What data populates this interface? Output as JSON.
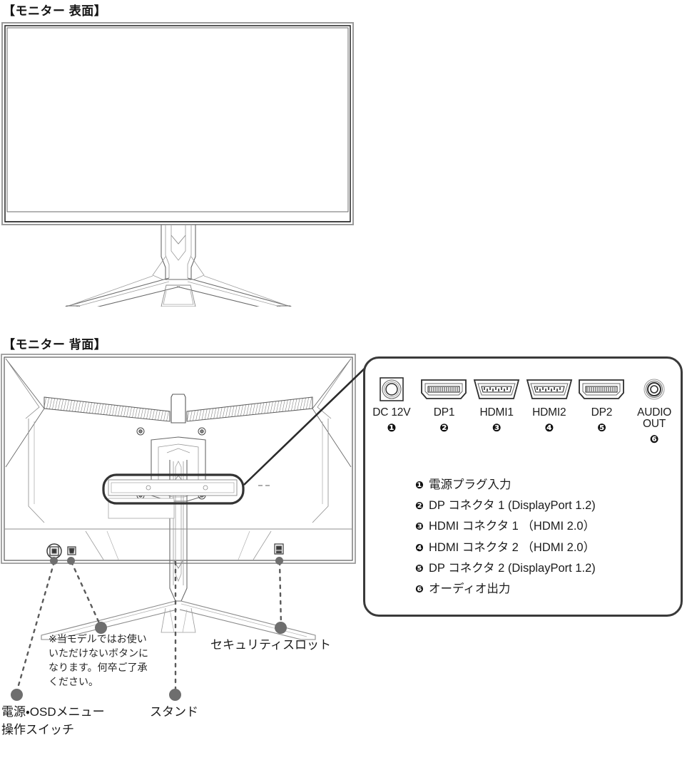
{
  "headings": {
    "front": "【モニター 表面】",
    "back": "【モニター 背面】"
  },
  "ports": [
    {
      "label": "DC 12V",
      "number": "❶",
      "icon": "dc-power-jack-icon"
    },
    {
      "label": "DP1",
      "number": "❷",
      "icon": "displayport-connector-icon"
    },
    {
      "label": "HDMI1",
      "number": "❸",
      "icon": "hdmi-connector-icon"
    },
    {
      "label": "HDMI2",
      "number": "❹",
      "icon": "hdmi-connector-icon"
    },
    {
      "label": "DP2",
      "number": "❺",
      "icon": "displayport-connector-icon"
    },
    {
      "label": "AUDIO\nOUT",
      "number": "❻",
      "icon": "audio-jack-icon"
    }
  ],
  "legend": [
    {
      "bullet": "❶",
      "text": "電源プラグ入力"
    },
    {
      "bullet": "❷",
      "text": "DP コネクタ 1 (DisplayPort 1.2)"
    },
    {
      "bullet": "❸",
      "text": "HDMI コネクタ 1 （HDMI 2.0）"
    },
    {
      "bullet": "❹",
      "text": "HDMI コネクタ 2 （HDMI 2.0）"
    },
    {
      "bullet": "❺",
      "text": "DP コネクタ 2 (DisplayPort 1.2)"
    },
    {
      "bullet": "❻",
      "text": "オーディオ出力"
    }
  ],
  "callouts": {
    "disabled_button_note": "※当モデルではお使い\nいただけないボタンに\nなります。何卒ご了承\nください。",
    "security_slot": "セキュリティスロット",
    "osd_switch": "電源・OSDメニュー\n操作スイッチ",
    "stand": "スタンド"
  },
  "colors": {
    "outline": "#555555",
    "box_border": "#3a3a3a",
    "dot": "#6e6e6e",
    "text": "#1a1a1a"
  }
}
